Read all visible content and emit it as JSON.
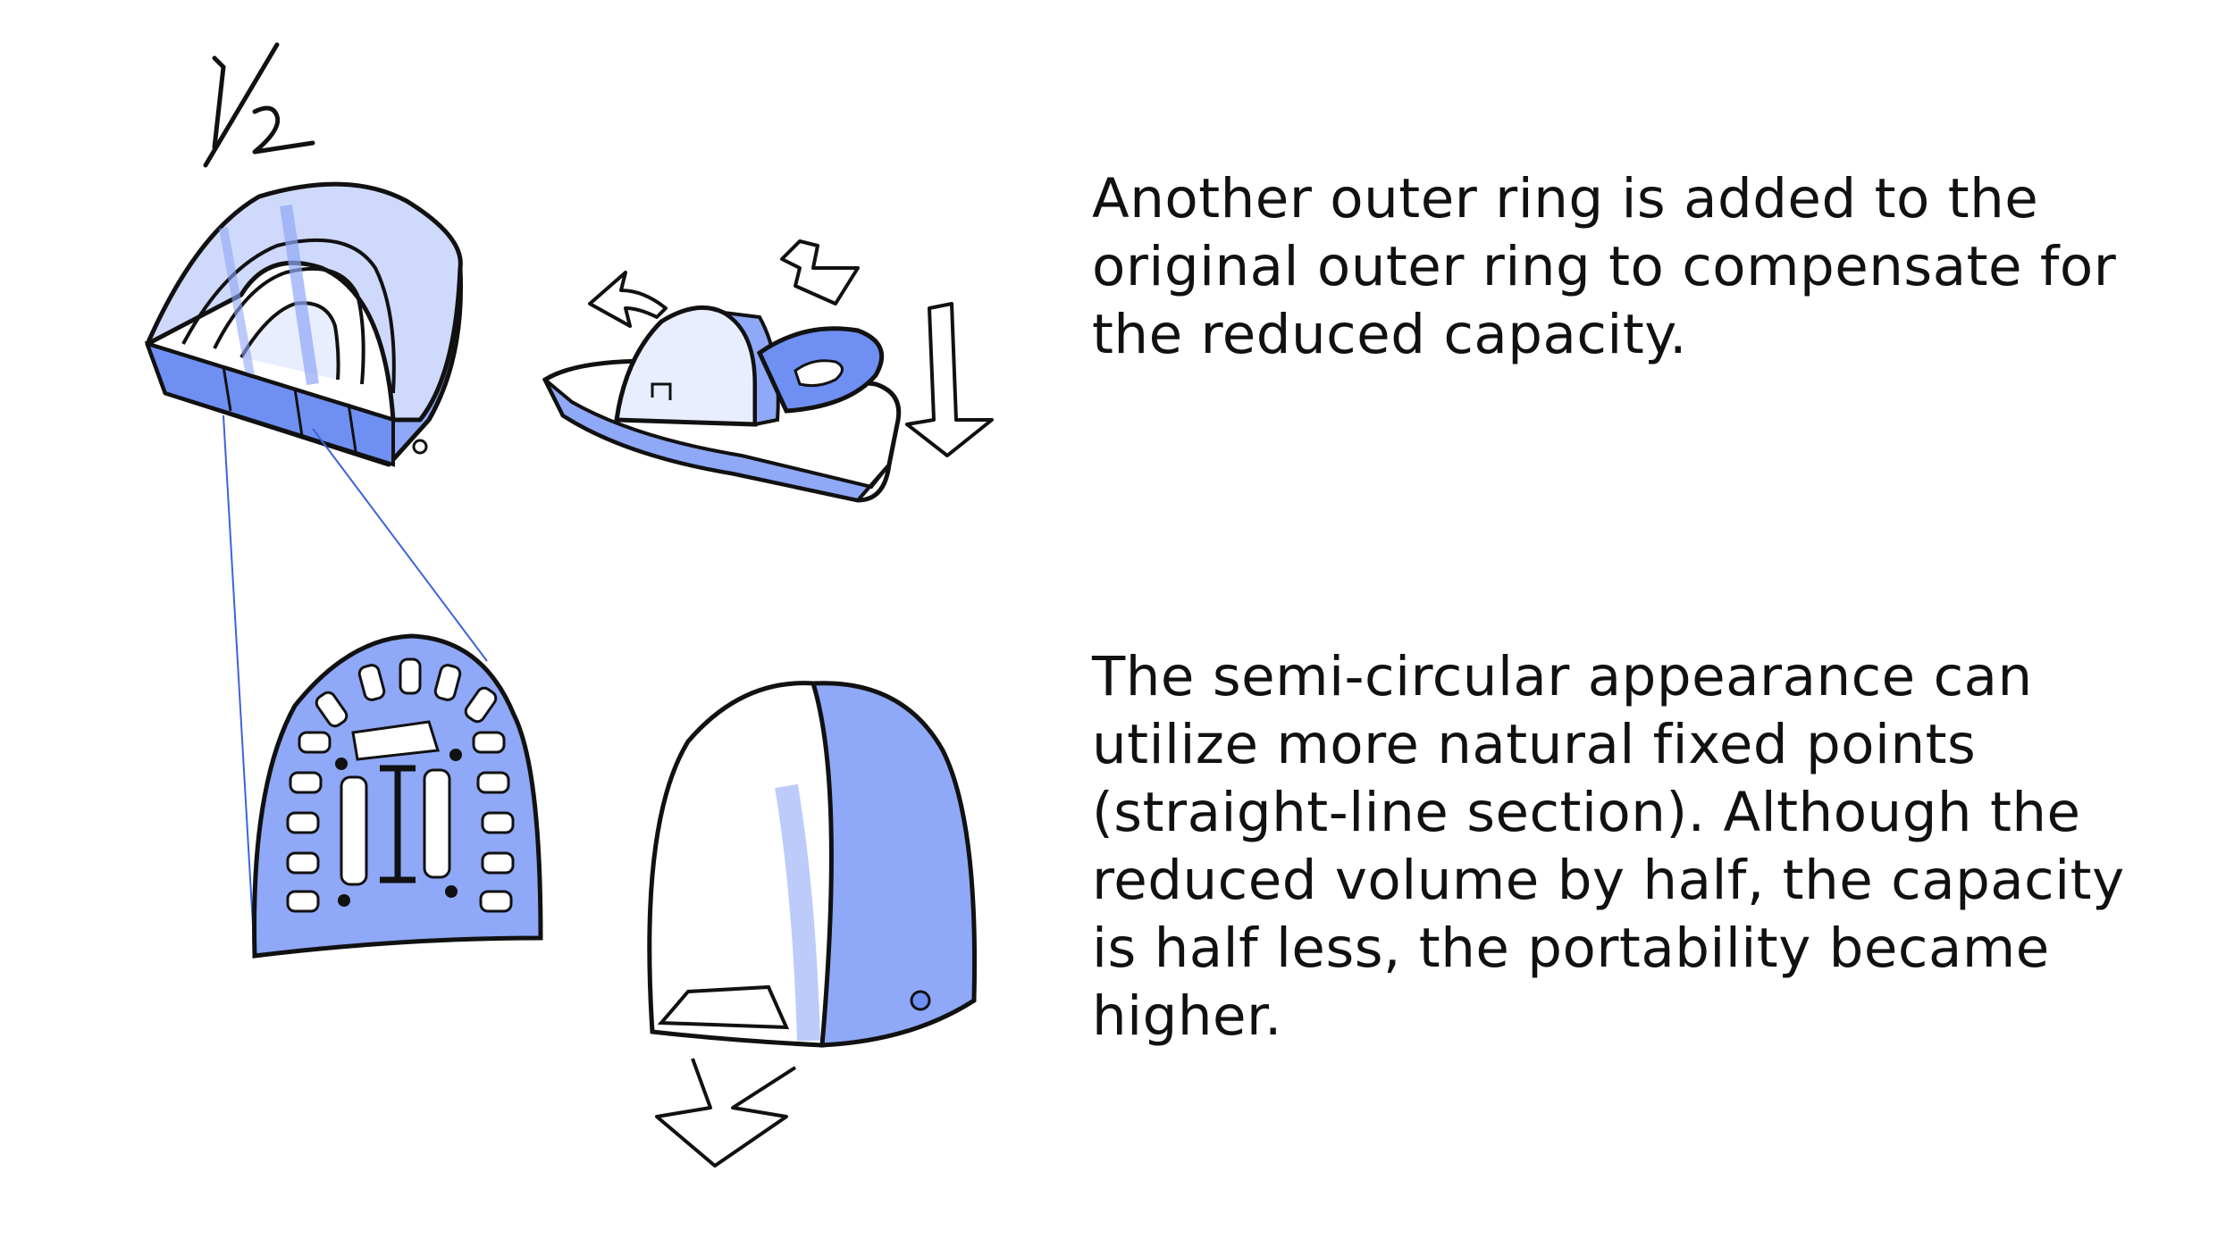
{
  "sketch": {
    "fraction_mark": "1/2"
  },
  "paragraphs": [
    {
      "lines": [
        "Another outer ring is added to the",
        "original outer ring to compensate for",
        "the reduced capacity."
      ]
    },
    {
      "lines": [
        "The semi-circular appearance can",
        "utilize more natural fixed points",
        "(straight-line section). Although the",
        "reduced volume by half, the capacity",
        "is half less, the portability became",
        "higher."
      ]
    }
  ],
  "colors": {
    "sketch_blue": "#8fa8f7",
    "sketch_blue_dark": "#5f7ff0",
    "ink": "#111111",
    "background": "#ffffff"
  }
}
